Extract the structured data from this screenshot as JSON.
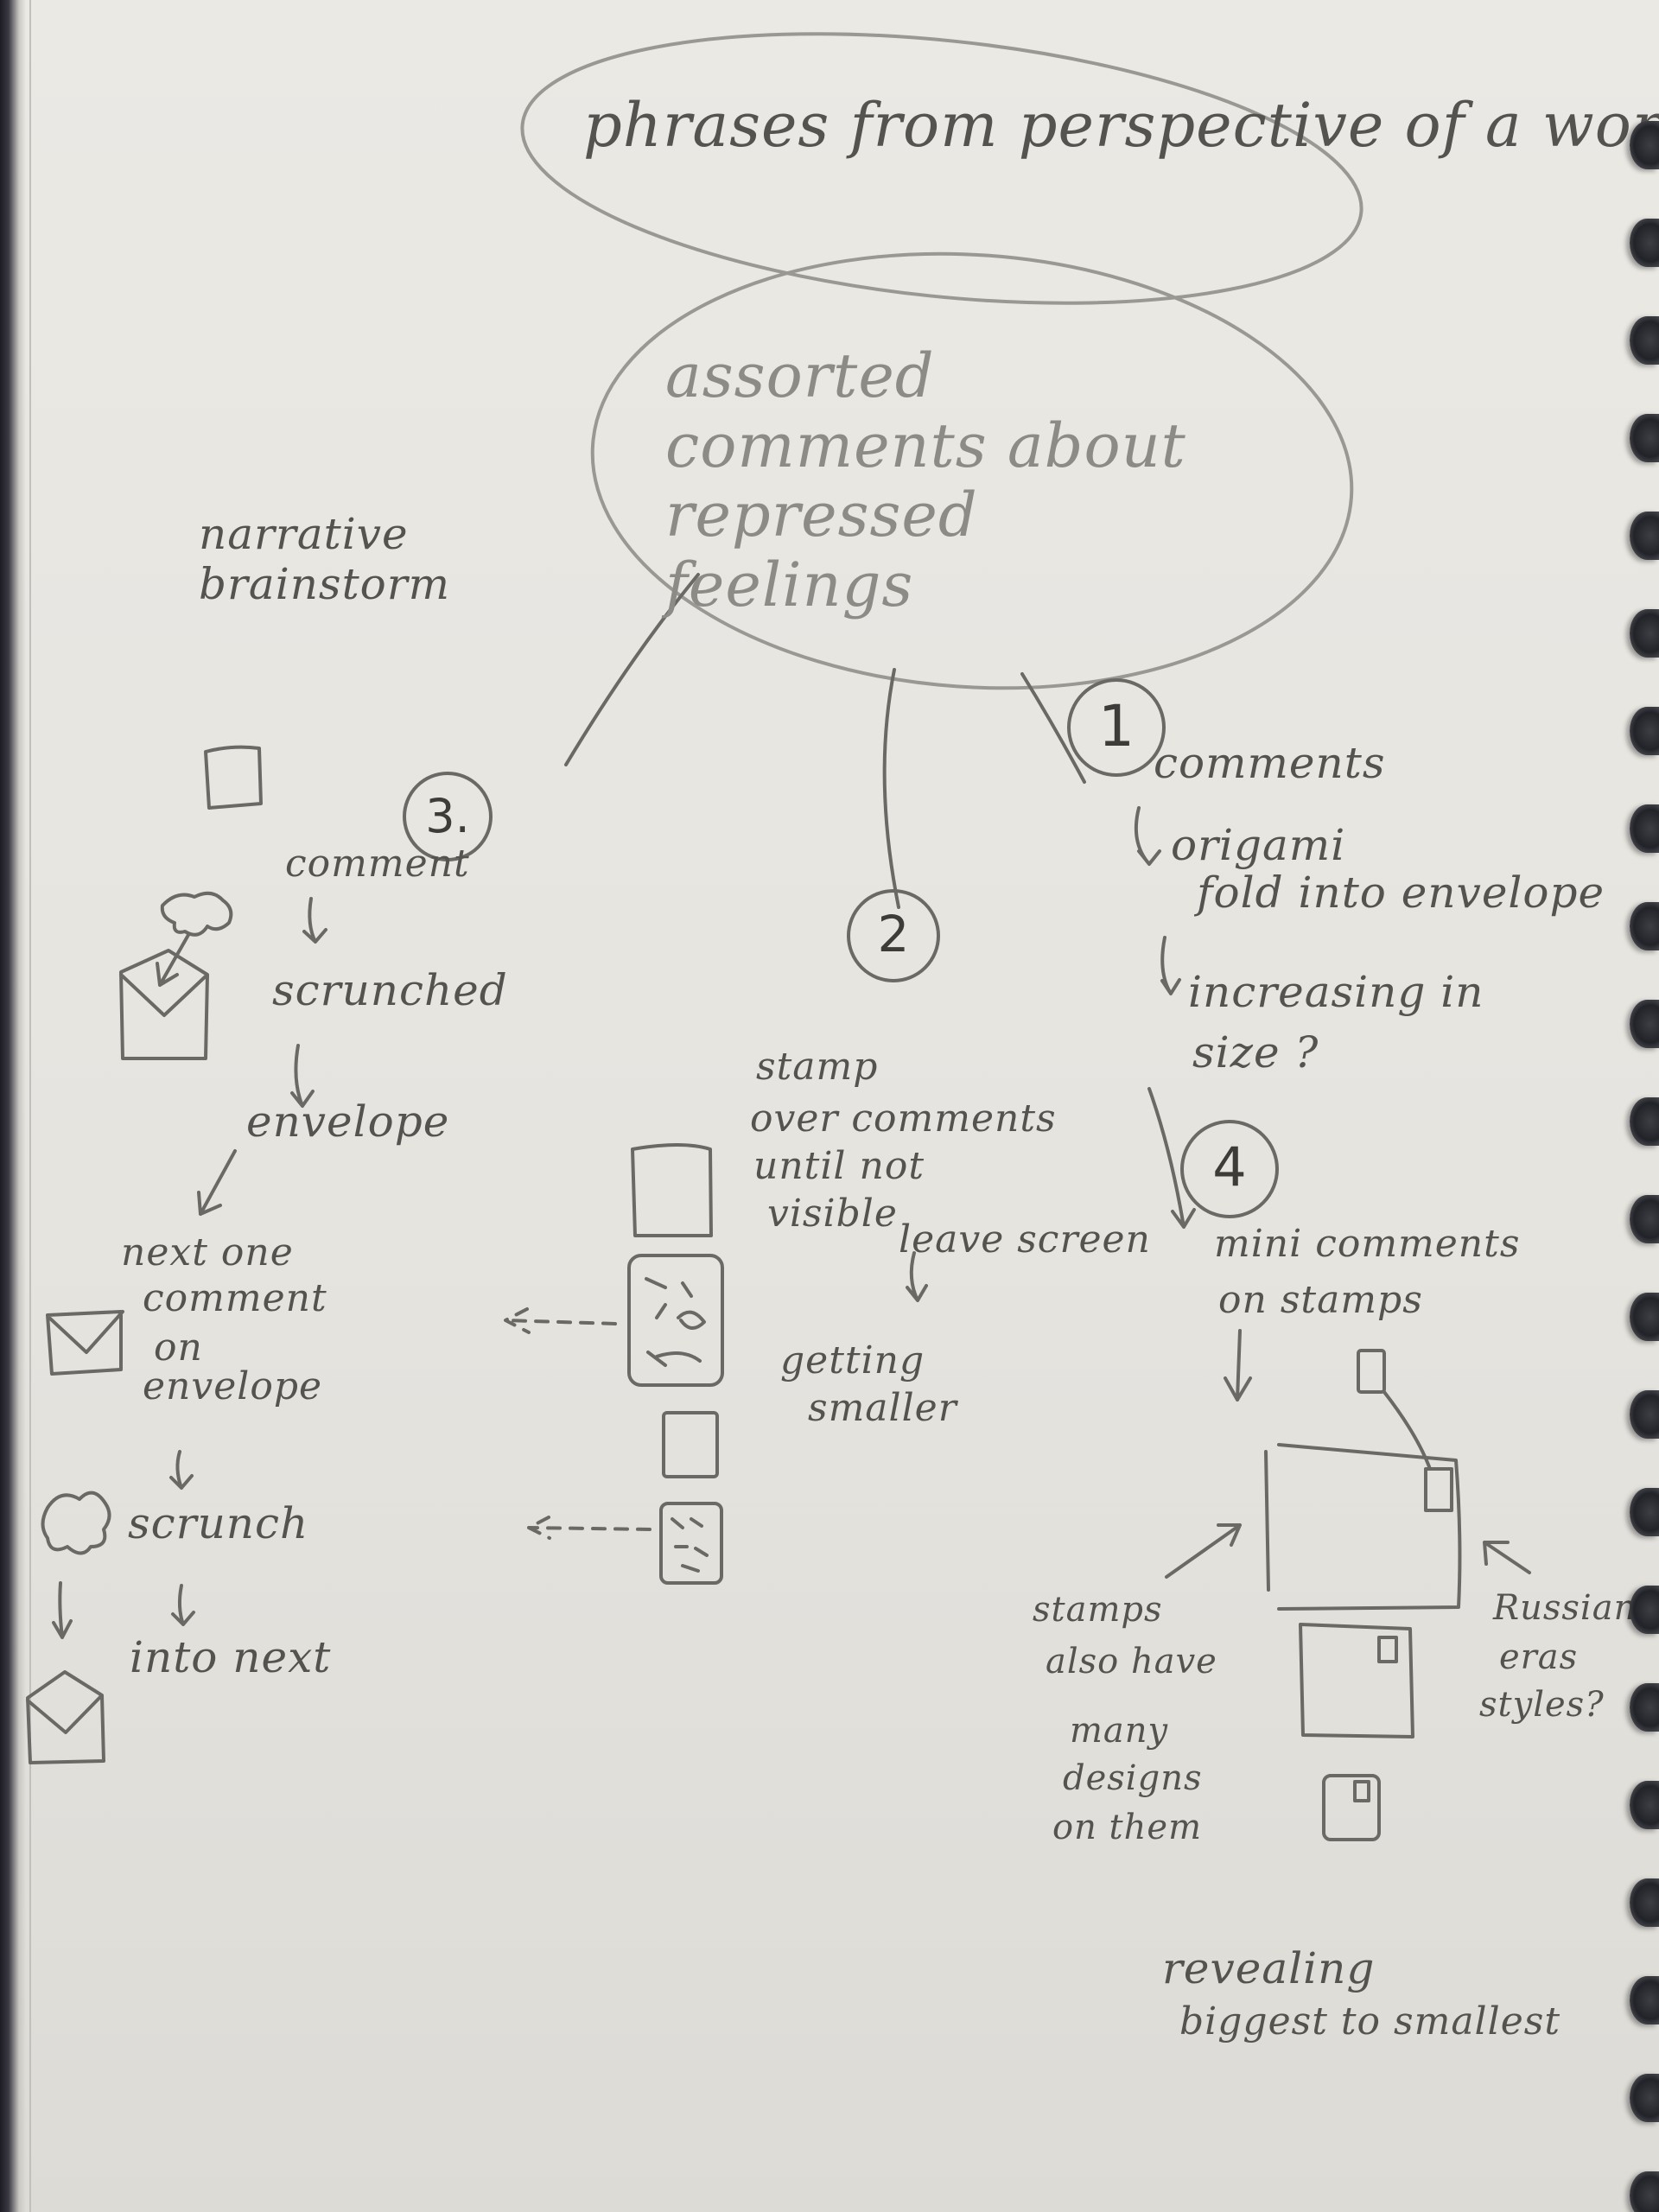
{
  "texts": {
    "title": "phrases from perspective of a woman",
    "center": "assorted comments about repressed feelings",
    "heading": "narrative brainstorm",
    "n1": "1",
    "n2": "2",
    "n3": "3.",
    "n4": "4",
    "b1_comments": "comments",
    "b1_origami": "origami",
    "b1_fold": "fold into envelope",
    "b1_increasing": "increasing in",
    "b1_size": "size ?",
    "b2_stamp": "stamp",
    "b2_over": "over comments",
    "b2_until": "until not",
    "b2_visible": "visible",
    "b2_leave": "leave screen",
    "b2_getting": "getting",
    "b2_smaller": "smaller",
    "b3_comment": "comment",
    "b3_scrunched": "scrunched",
    "b3_envelope": "envelope",
    "b3_next": "next one",
    "b3_comment2": "comment",
    "b3_on": "on",
    "b3_envelope2": "envelope",
    "b3_scrunch": "scrunch",
    "b3_into": "into next",
    "b4_mini": "mini comments",
    "b4_on": "on stamps",
    "b4_stamps": "stamps",
    "b4_also": "also have",
    "b4_many": "many",
    "b4_designs": "designs",
    "b4_onthem": "on them",
    "b4_russian": "Russian",
    "b4_eras": "eras",
    "b4_styles": "styles?",
    "foot_revealing": "revealing",
    "foot_biggest": "biggest to smallest"
  },
  "colors": {
    "paper": "#e8e6e1",
    "pencil_dark": "#55534f",
    "pencil_faint": "#8d8b86",
    "binding_ring": "#2a2b31"
  },
  "icons": [
    "envelope-icon",
    "crumpled-paper-icon",
    "stamp-icon",
    "arrow-icon",
    "spiral-binding-icon"
  ]
}
